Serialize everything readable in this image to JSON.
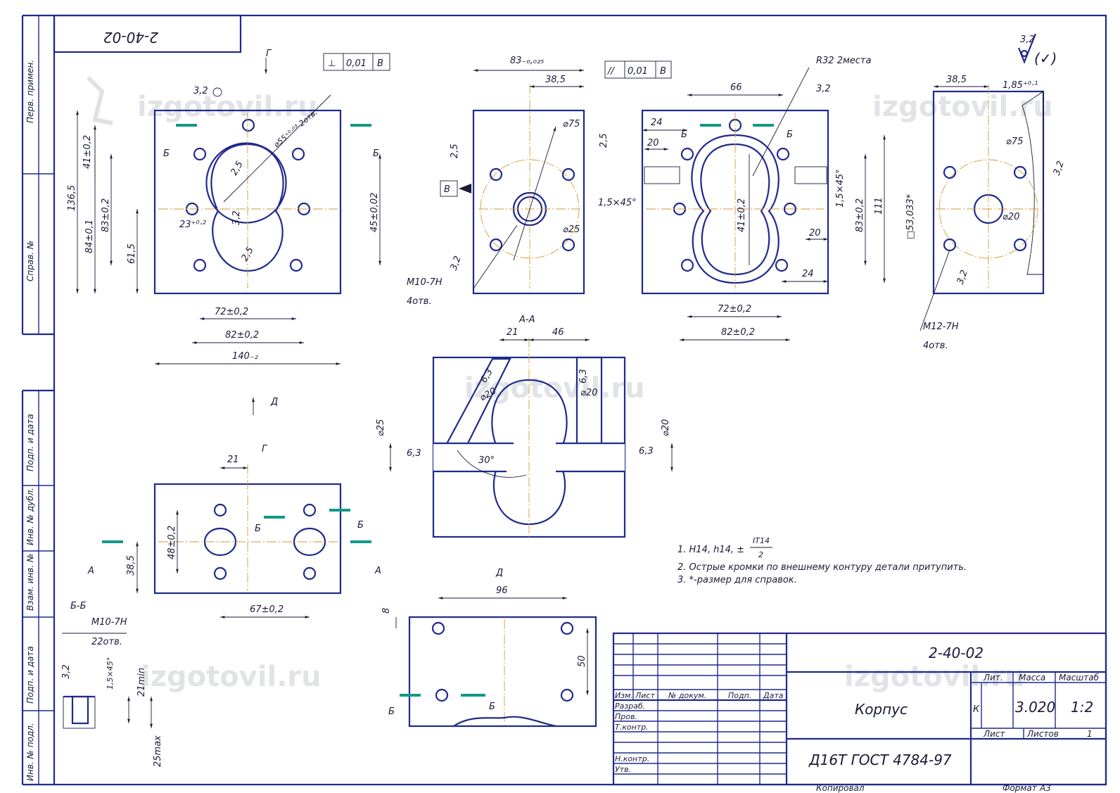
{
  "drawing": {
    "number": "2-40-02",
    "part_name": "Корпус",
    "material": "Д16Т ГОСТ 4784-97",
    "copied": "Копировал",
    "format_label": "Формат",
    "format_value": "А3",
    "roughness_symbol": "3,2",
    "roughness_general": "(✓)"
  },
  "title_block": {
    "cols": [
      "Изм.",
      "Лист",
      "№ докум.",
      "Подп.",
      "Дата"
    ],
    "rows": [
      "Разраб.",
      "Пров.",
      "Т.контр.",
      "Н.контр.",
      "Утв."
    ],
    "lit_label": "Лит.",
    "mass_label": "Масса",
    "scale_label": "Масштаб",
    "lit_value": "К",
    "mass_value": "3.020",
    "scale_value": "1:2",
    "sheet_label": "Лист",
    "sheets_label": "Листов",
    "sheets_value": "1"
  },
  "side_stamps": [
    "Перв. примен.",
    "Справ. №",
    "Подп. и дата",
    "Инв. № дубл.",
    "Взам. инв. №",
    "Подп. и дата",
    "Инв. № подл."
  ],
  "watermark": "izgotovil.ru",
  "notes": [
    "2. Острые кромки по внешнему контуру детали притупить.",
    "3. *-размер для справок."
  ],
  "note1": {
    "prefix": "1. H14, h14, ±",
    "num": "IT14",
    "den": "2"
  },
  "view_labels": {
    "section_aa": "А-А",
    "view_g": "Г",
    "view_d": "Д",
    "section_bb": "Б-Б",
    "b": "Б",
    "a": "А",
    "datum_b": "В"
  },
  "tolerances": {
    "perp": {
      "sym": "⊥",
      "val": "0,01",
      "datum": "В"
    },
    "par": {
      "sym": "//",
      "val": "0,01",
      "datum": "В"
    }
  },
  "dims": {
    "v1": [
      "3,2",
      "⌀55⁺⁰·⁰³ 2отв.",
      "2,5",
      "3,2",
      "2,5",
      "23⁺⁰·²",
      "41±0,2",
      "83±0,2",
      "84±0,1",
      "136,5",
      "61,5",
      "45±0,02",
      "72±0,2",
      "82±0,2",
      "140₋₂"
    ],
    "v2": [
      "83₋₀,₀₂₅",
      "38,5",
      "⌀75",
      "2,5",
      "2,5",
      "⌀25",
      "3,2",
      "M10-7H",
      "4отв."
    ],
    "v3": [
      "R32  2места",
      "66",
      "3,2",
      "24",
      "20",
      "1,5×45°",
      "1,5×45°",
      "41±0,2",
      "83±0,2",
      "111",
      "20",
      "24",
      "72±0,2",
      "82±0,2"
    ],
    "v4": [
      "38,5",
      "1,85⁺⁰·¹",
      "⌀75",
      "3,2",
      "⌀20",
      "□53,033*",
      "3,2",
      "M12-7H",
      "4отв."
    ],
    "aa": [
      "21",
      "46",
      "6,3",
      "⌀20",
      "6,3",
      "⌀20",
      "⌀25",
      "⌀20",
      "6,3",
      "6,3",
      "30°"
    ],
    "g": [
      "21",
      "48±0,2",
      "38,5",
      "67±0,2"
    ],
    "d": [
      "96",
      "8",
      "50"
    ],
    "bb": [
      "M10-7H",
      "22отв.",
      "3,2",
      "1,5×45°",
      "21min",
      "25max"
    ]
  }
}
